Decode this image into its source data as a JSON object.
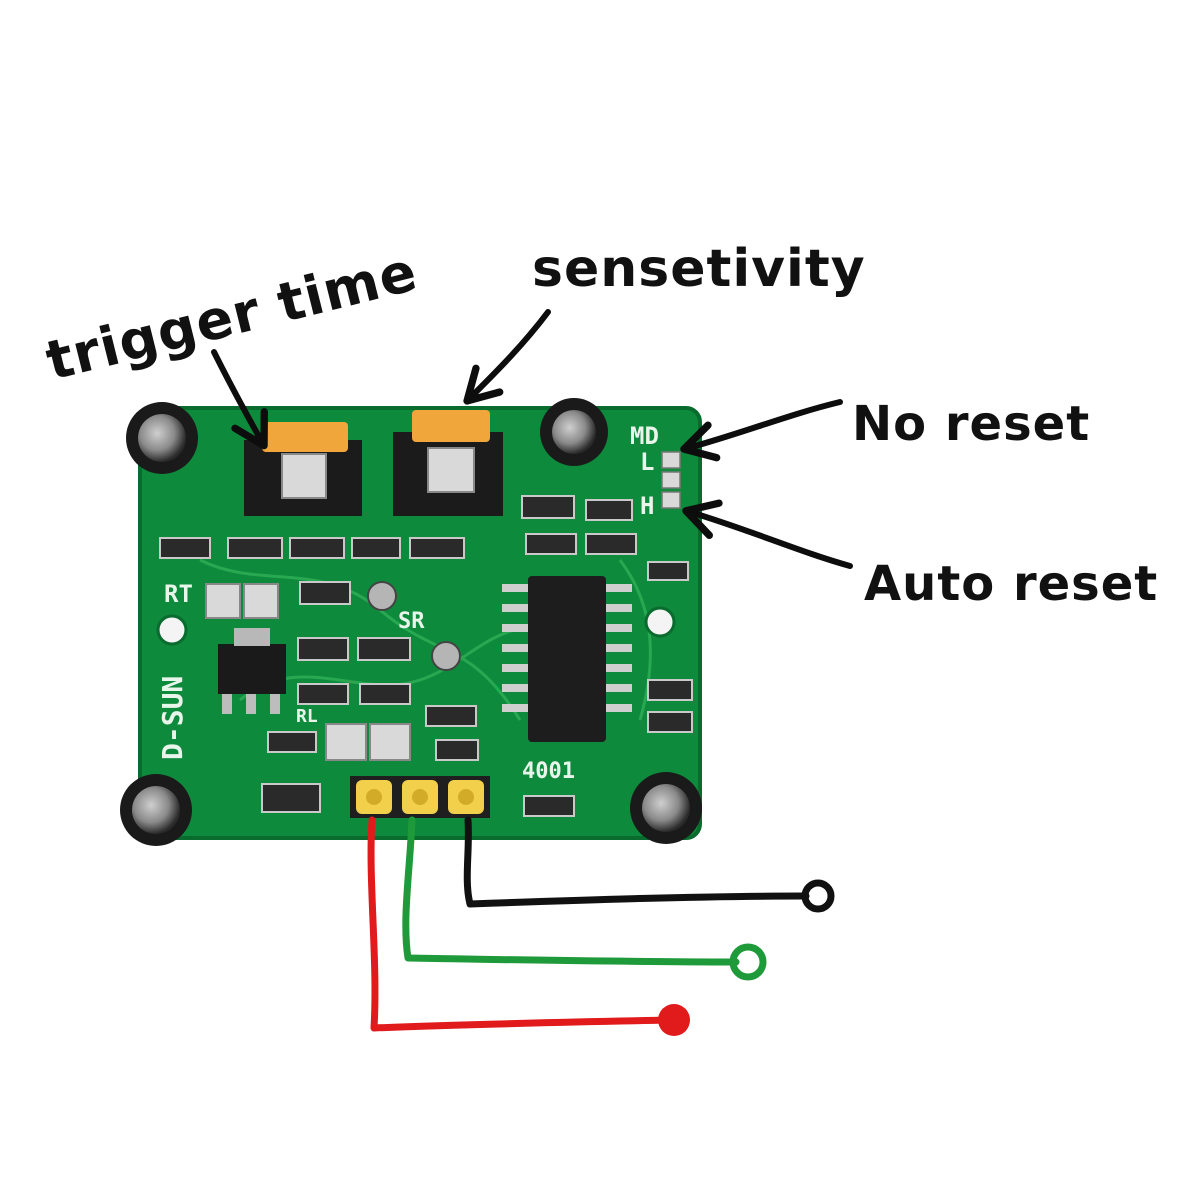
{
  "annotations": {
    "trigger_time": "trigger time",
    "sensitivity": "sensetivity",
    "no_reset": "No reset",
    "auto_reset": "Auto reset"
  },
  "board": {
    "md": "MD",
    "l": "L",
    "h": "H",
    "rt": "RT",
    "sr": "SR",
    "rl": "RL",
    "maker": "D-SUN",
    "ic": "4001"
  },
  "colors": {
    "pcb": "#0e8a3c",
    "pcb_dark": "#0a6b2e",
    "pin_header": "#f2d04c",
    "pot": "#f0a63a",
    "wire_left": "#e11b1b",
    "wire_middle": "#1f9a3a",
    "wire_right": "#111111"
  },
  "icons": [
    "capacitor-icon",
    "potentiometer-icon",
    "ic-chip-icon",
    "pin-header-icon",
    "wire-end-icon"
  ]
}
